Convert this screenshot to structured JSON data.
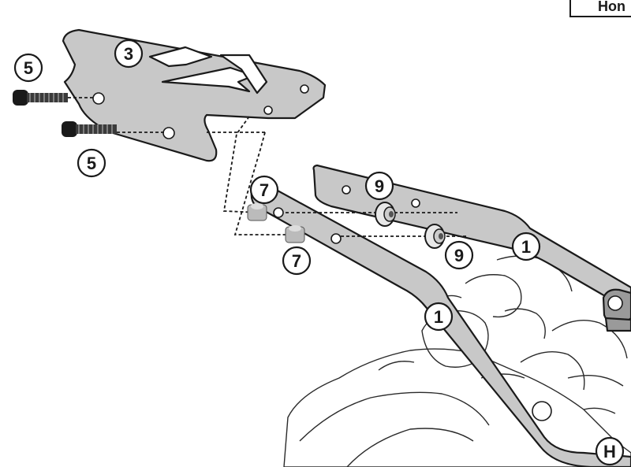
{
  "corner_label": "Hon",
  "callouts": {
    "screw_top": "5",
    "screw_bottom": "5",
    "plate": "3",
    "spacer_top": "7",
    "spacer_bottom": "7",
    "nut_top": "9",
    "nut_bottom": "9",
    "bar_right": "1",
    "bar_left": "1",
    "h_mark": "H"
  },
  "colors": {
    "part_fill": "#c8c8c8",
    "line": "#1a1a1a",
    "bike_fill": "#ffffff"
  }
}
